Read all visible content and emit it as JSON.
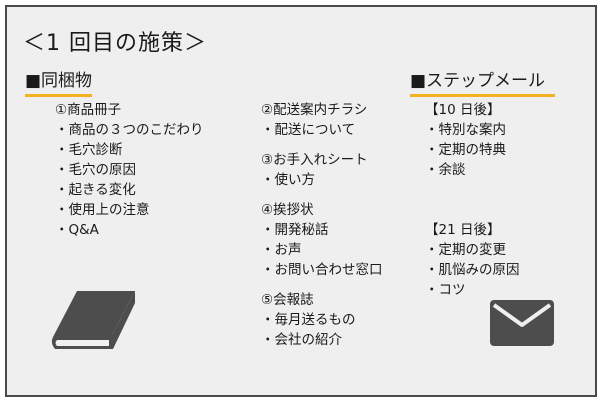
{
  "title": "＜1 回目の施策＞",
  "sections": {
    "enclosure": {
      "heading": "■同梱物",
      "col1": [
        "①商品冊子",
        "・商品の３つのこだわり",
        "・毛穴診断",
        "・毛穴の原因",
        "・起きる変化",
        "・使用上の注意",
        "・Q&A"
      ],
      "col2_group1": [
        "②配送案内チラシ",
        "・配送について"
      ],
      "col2_group2": [
        "③お手入れシート",
        "・使い方"
      ],
      "col2_group3": [
        "④挨拶状",
        "・開発秘話",
        "・お声",
        "・お問い合わせ窓口"
      ],
      "col2_group4": [
        "⑤会報誌",
        "・毎月送るもの",
        "・会社の紹介"
      ]
    },
    "step_mail": {
      "heading": "■ステップメール",
      "group1": [
        "【10 日後】",
        "・特別な案内",
        "・定期の特典",
        "・余談"
      ],
      "group2": [
        "【21 日後】",
        "・定期の変更",
        "・肌悩みの原因",
        "・コツ"
      ]
    }
  },
  "icons": {
    "book": "book-icon",
    "mail": "mail-icon"
  },
  "colors": {
    "underline": "#f3b21f",
    "icon": "#4d4d4d",
    "background": "#efefef",
    "border": "#4a4a4a"
  }
}
